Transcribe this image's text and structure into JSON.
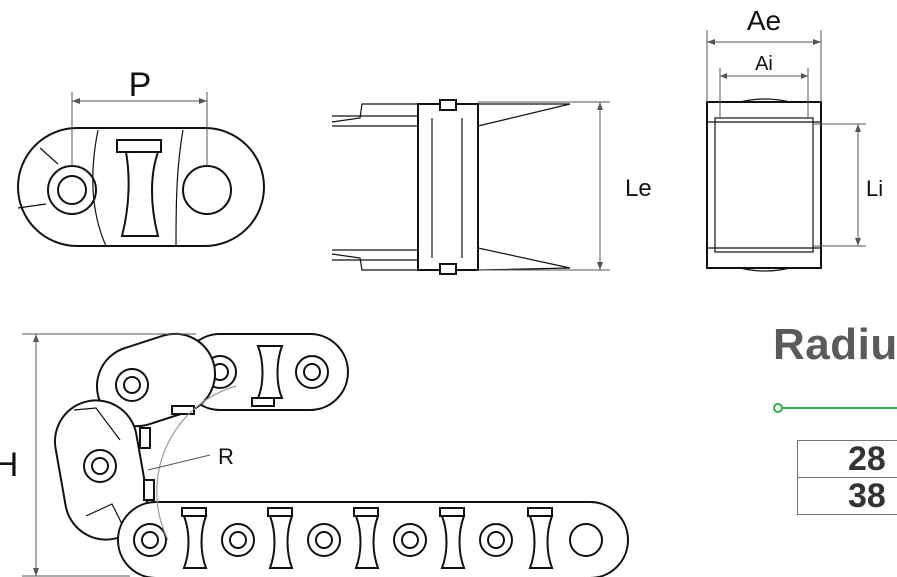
{
  "labels": {
    "pitch": "P",
    "outer_width": "Ae",
    "inner_width": "Ai",
    "outer_length": "Le",
    "inner_length": "Li",
    "height": "H",
    "radius": "R"
  },
  "radius_section": {
    "heading": "Radiu",
    "rows": [
      "28",
      "38"
    ],
    "accent_color": "#2db34a",
    "table_border_color": "#777777"
  },
  "colors": {
    "line": "#111111",
    "dimension": "#555555",
    "heading": "#5a5a5a"
  }
}
